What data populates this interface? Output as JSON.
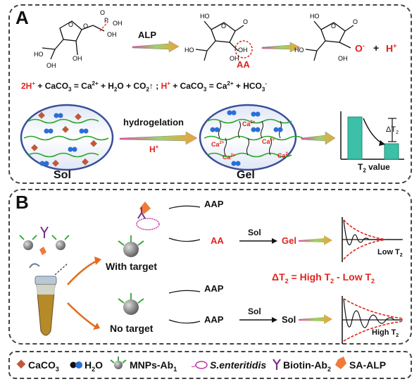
{
  "panel_a": {
    "letter": "A",
    "enzyme": "ALP",
    "aa": "AA",
    "product_o": "O",
    "product_o_sup": "-",
    "product_plus": "+",
    "product_h": "H",
    "product_h_sup": "+",
    "eq_red_1": "2H",
    "eq_red_1_sup": "+",
    "eq1_rest": " + CaCO",
    "eq1_sub": "3",
    "eq1_a": " = Ca",
    "eq1_a_sup": "2+",
    "eq1_b": " + H",
    "eq1_b_sub": "2",
    "eq1_c": "O + CO",
    "eq1_c_sub": "2",
    "eq1_d": "↑ ; ",
    "eq_red_2": "H",
    "eq_red_2_sup": "+",
    "eq2_rest": " + CaCO",
    "eq2_sub": "3",
    "eq2_a": " = Ca",
    "eq2_a_sup": "2+",
    "eq2_b": " + HCO",
    "eq2_b_sub": "3",
    "eq2_b_sup": "-",
    "hydrogelation": "hydrogelation",
    "h_plus": "H",
    "h_plus_sup": "+",
    "sol": "Sol",
    "gel": "Gel",
    "ca": "Ca",
    "ca_sup": "2+",
    "delta_t2": "ΔT",
    "delta_t2_sub": "2",
    "t2_value": "T",
    "t2_value_sub": "2",
    "t2_value_rest": " value"
  },
  "panel_b": {
    "letter": "B",
    "aap_top": "AAP",
    "aa": "AA",
    "sol_label_1": "Sol",
    "gel": "Gel",
    "with_target": "With target",
    "low_t2": "Low T",
    "low_t2_sub": "2",
    "delta_eq": "ΔT",
    "delta_eq_sub": "2",
    "delta_eq_rest": " = High T",
    "delta_eq_sub2": "2",
    "delta_eq_rest2": " - Low T",
    "delta_eq_sub3": "2",
    "aap_mid": "AAP",
    "aap_bottom": "AAP",
    "sol_label_2": "Sol",
    "sol_out": "Sol",
    "no_target": "No target",
    "high_t2": "High T",
    "high_t2_sub": "2"
  },
  "legend": {
    "caco3": "CaCO",
    "caco3_sub": "3",
    "h2o": "H",
    "h2o_sub": "2",
    "h2o_rest": "O",
    "mnps": "MNPs-Ab",
    "mnps_sub": "1",
    "bacteria": "S.enteritidis",
    "biotin": "Biotin-Ab",
    "biotin_sub": "2",
    "sa_alp": "SA-ALP"
  },
  "colors": {
    "red": "#e0241c",
    "green": "#2aa52a",
    "teal_bar": "#3cc0a8",
    "caco3": "#c0583a",
    "water": "#2a6fd6",
    "magnet": "#707070"
  }
}
